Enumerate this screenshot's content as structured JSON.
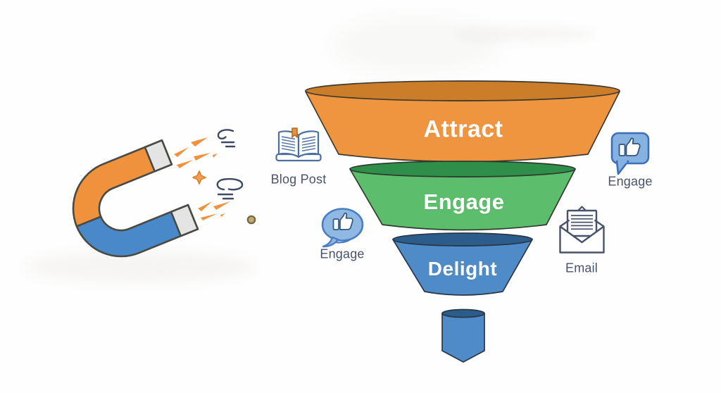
{
  "diagram": {
    "type": "marketing-funnel",
    "stages": [
      {
        "label": "Attract",
        "body_color": "#F0953F",
        "rim_color": "#CB7D2A"
      },
      {
        "label": "Engage",
        "body_color": "#5CBE6C",
        "rim_color": "#2F8F4A"
      },
      {
        "label": "Delight",
        "body_color": "#4F8CC7",
        "rim_color": "#2C5D8A"
      }
    ],
    "stem": {
      "body_color": "#4F8CC7",
      "rim_color": "#2C5D8A"
    },
    "stage_label_color": "#FFFFFF"
  },
  "callouts": {
    "blog_post": {
      "label": "Blog Post",
      "icon": "open-book-icon"
    },
    "engage_top_right": {
      "label": "Engage",
      "icon": "thumbs-up-square-bubble-icon"
    },
    "engage_left": {
      "label": "Engage",
      "icon": "thumbs-up-round-bubble-icon"
    },
    "email": {
      "label": "Email",
      "icon": "open-envelope-letter-icon"
    }
  },
  "callout_label_color": "#47536B",
  "magnet": {
    "icon": "horseshoe-magnet-icon",
    "top_arm_color": "#F0923B",
    "bottom_arm_color": "#4A89C9",
    "tip_color": "#E4E4E4",
    "outline_color": "#4A4A44",
    "spark_color": "#F0923B",
    "swirl_color": "#3F4A62",
    "sparkle_color": "#F0A050",
    "dot_color": "#C9A571"
  },
  "background_color": "#FEFEFE"
}
